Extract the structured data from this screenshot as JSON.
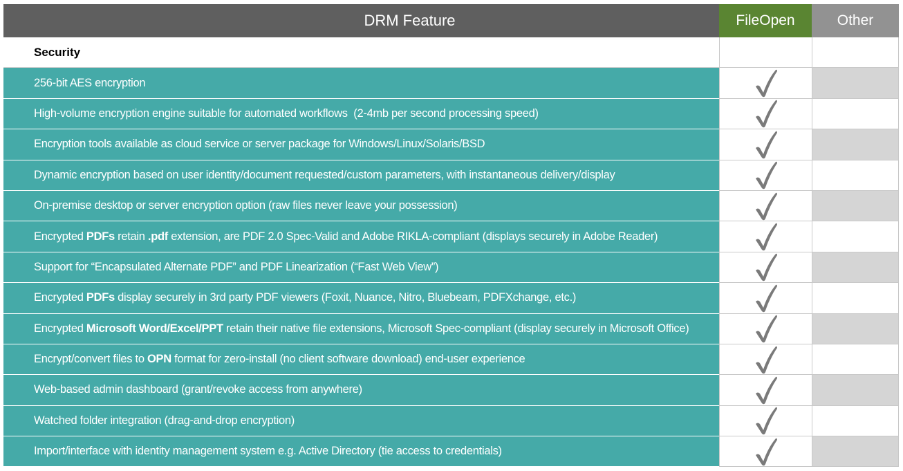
{
  "header": {
    "feature_label": "DRM Feature",
    "fileopen_label": "FileOpen",
    "other_label": "Other"
  },
  "colors": {
    "header_bg": "#5f5f5f",
    "fileopen_bg": "#5a8532",
    "other_bg": "#929292",
    "feature_row_bg": "#45aaa8",
    "other_cell_alt": "#d5d5d5",
    "check_color": "#7a7a7a"
  },
  "section": {
    "title": "Security"
  },
  "rows": [
    {
      "parts": [
        {
          "t": "256-bit AES encryption"
        }
      ],
      "fileopen": "check",
      "other": ""
    },
    {
      "parts": [
        {
          "t": "High-volume encryption engine suitable for automated workflows  (2-4mb per second processing speed)"
        }
      ],
      "fileopen": "check",
      "other": ""
    },
    {
      "parts": [
        {
          "t": "Encryption tools available as cloud service or server package for Windows/Linux/Solaris/BSD"
        }
      ],
      "fileopen": "check",
      "other": ""
    },
    {
      "parts": [
        {
          "t": "Dynamic encryption based on user identity/document requested/custom parameters, with instantaneous delivery/display"
        }
      ],
      "fileopen": "check",
      "other": ""
    },
    {
      "parts": [
        {
          "t": "On-premise desktop or server encryption option (raw files never leave your possession)"
        }
      ],
      "fileopen": "check",
      "other": ""
    },
    {
      "parts": [
        {
          "t": "Encrypted "
        },
        {
          "t": "PDFs",
          "b": true
        },
        {
          "t": " retain "
        },
        {
          "t": ".pdf",
          "b": true
        },
        {
          "t": " extension, are PDF 2.0 Spec-Valid and Adobe RIKLA-compliant (displays securely in Adobe Reader)"
        }
      ],
      "fileopen": "check",
      "other": ""
    },
    {
      "parts": [
        {
          "t": "Support for “Encapsulated Alternate PDF” and PDF Linearization (“Fast Web View”)"
        }
      ],
      "fileopen": "check",
      "other": ""
    },
    {
      "parts": [
        {
          "t": "Encrypted "
        },
        {
          "t": "PDFs",
          "b": true
        },
        {
          "t": " display securely in 3rd party PDF viewers (Foxit, Nuance, Nitro, Bluebeam, PDFXchange, etc.)"
        }
      ],
      "fileopen": "check",
      "other": ""
    },
    {
      "parts": [
        {
          "t": "Encrypted "
        },
        {
          "t": "Microsoft Word/Excel/PPT",
          "b": true
        },
        {
          "t": " retain their native file extensions, Microsoft Spec-compliant (display securely in Microsoft Office)"
        }
      ],
      "fileopen": "check",
      "other": ""
    },
    {
      "parts": [
        {
          "t": "Encrypt/convert files to "
        },
        {
          "t": "OPN",
          "b": true
        },
        {
          "t": " format for zero-install (no client software download) end-user experience"
        }
      ],
      "fileopen": "check",
      "other": ""
    },
    {
      "parts": [
        {
          "t": "Web-based admin dashboard (grant/revoke access from anywhere)"
        }
      ],
      "fileopen": "check",
      "other": ""
    },
    {
      "parts": [
        {
          "t": "Watched folder integration (drag-and-drop encryption)"
        }
      ],
      "fileopen": "check",
      "other": ""
    },
    {
      "parts": [
        {
          "t": "Import/interface with identity management system e.g. Active Directory (tie access to credentials)"
        }
      ],
      "fileopen": "check",
      "other": ""
    }
  ]
}
